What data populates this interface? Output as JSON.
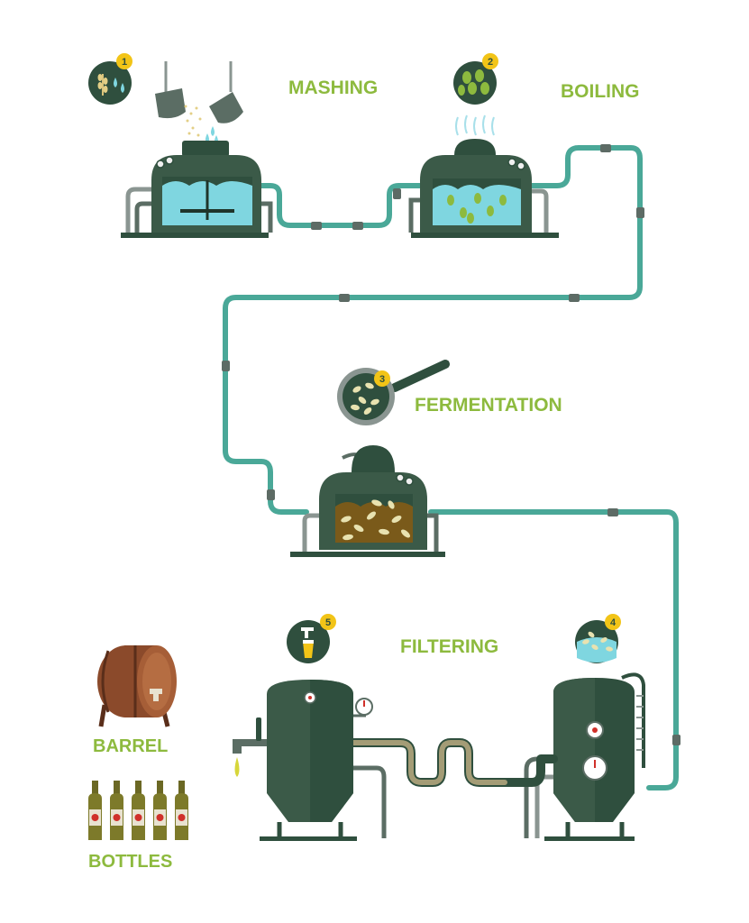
{
  "labels": {
    "mashing": "MASHING",
    "boiling": "BOILING",
    "fermentation": "FERMENTATION",
    "filtering": "FILTERING",
    "barrel": "BARREL",
    "bottles": "BOTTLES"
  },
  "steps": {
    "step1": "1",
    "step2": "2",
    "step3": "3",
    "step4": "4",
    "step5": "5"
  },
  "icons": {
    "step1": "grain-water-icon",
    "step2": "hops-icon",
    "step3": "yeast-pan-icon",
    "step4": "filter-sediment-icon",
    "step5": "beer-tap-glass-icon"
  },
  "colors": {
    "label_green": "#8dba3e",
    "pipe_teal": "#4aa898",
    "tank_dark": "#2f4f3e",
    "tank_mid": "#3b5a48",
    "badge_yellow": "#f2c417",
    "wort_cyan": "#7fd6e0",
    "barrel_brown": "#8b4a2b",
    "bottle_olive": "#7d7a2a",
    "beer_yellow": "#d7d63a"
  }
}
